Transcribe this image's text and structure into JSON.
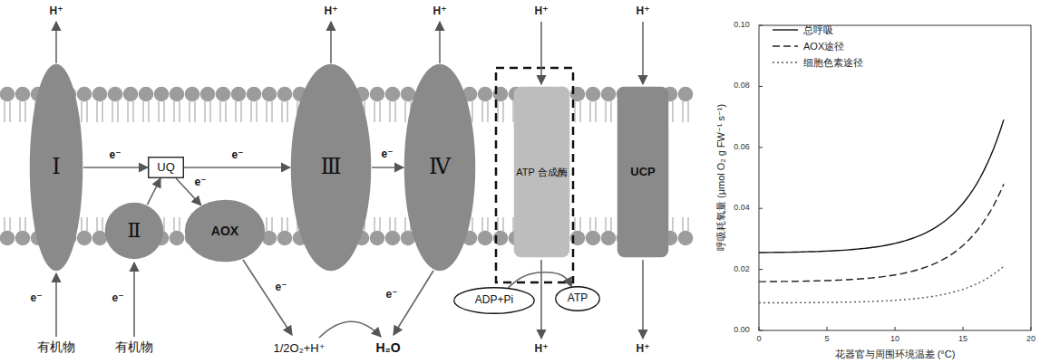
{
  "diagram": {
    "nodes": [
      {
        "text": [
          "Ⅰ"
        ]
      },
      {
        "text": [
          "UQ"
        ]
      },
      {
        "text": [
          "Ⅱ"
        ]
      },
      {
        "text": [
          "AOX"
        ]
      },
      {
        "text": [
          "Ⅲ"
        ]
      },
      {
        "text": [
          "Ⅳ"
        ]
      },
      {
        "text": [
          "ATP 合成酶"
        ]
      },
      {
        "text": [
          "UCP"
        ]
      },
      {
        "text": [
          "ADP+Pi"
        ]
      },
      {
        "text": [
          "ATP"
        ]
      }
    ],
    "edges": [
      {
        "from": 0,
        "to": 1,
        "arrow": "to",
        "label": "e⁻"
      },
      {
        "from": 2,
        "to": 1,
        "arrow": "to"
      },
      {
        "from": 1,
        "to": 4,
        "arrow": "to",
        "label": "e⁻"
      },
      {
        "from": 1,
        "to": 3,
        "arrow": "to",
        "label": "e⁻"
      },
      {
        "from": 4,
        "to": 5,
        "arrow": "to",
        "label": "e⁻"
      },
      {
        "from": 8,
        "to": 9,
        "arrow": "to"
      }
    ],
    "labels": [
      "H⁺",
      "H⁺",
      "H⁺",
      "H⁺",
      "H⁺",
      "e⁻",
      "e⁻",
      "有机物",
      "有机物",
      "e⁻",
      "e⁻",
      "1/2O₂+H⁺",
      "H₂O",
      "H⁺",
      "H⁺",
      "0.00",
      "0.02",
      "0.04",
      "0.06",
      "0.08",
      "0.10",
      "0",
      "5",
      "10",
      "15",
      "20",
      "呼吸耗氧量 (μmol O₂ g FW⁻¹ s⁻¹)",
      "花器官与周围环境温差 (°C)"
    ],
    "legend": [
      {
        "text": "总呼吸"
      },
      {
        "text": "AOX途径"
      },
      {
        "text": "细胞色素途径"
      }
    ]
  }
}
